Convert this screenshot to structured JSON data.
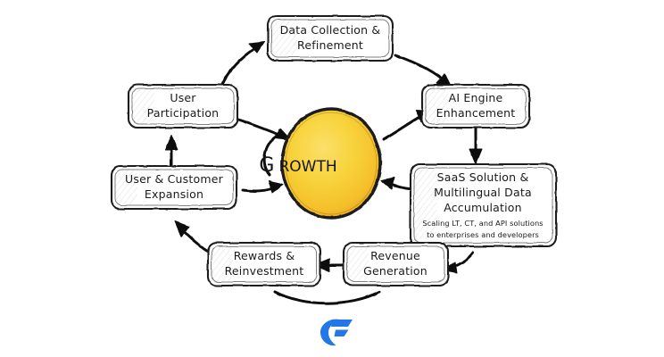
{
  "diagram": {
    "type": "cycle-flywheel",
    "background_color": "#ffffff",
    "center": {
      "label_first_letter": "G",
      "label_rest": "ROWTH",
      "full_label": "Growth",
      "fill_color": "#F7CF33",
      "edge_color": "#E8A427",
      "outline_color": "#1b1b1b"
    },
    "nodes": [
      {
        "id": "data-collection",
        "title_line1": "Data Collection &",
        "title_line2": "Refinement",
        "subtitle_line1": "",
        "subtitle_line2": ""
      },
      {
        "id": "ai-engine",
        "title_line1": "AI Engine",
        "title_line2": "Enhancement",
        "subtitle_line1": "",
        "subtitle_line2": ""
      },
      {
        "id": "saas-solution",
        "title_line1": "SaaS Solution &",
        "title_line2": "Multilingual Data",
        "title_line3": "Accumulation",
        "subtitle_line1": "Scaling LT, CT, and API solutions",
        "subtitle_line2": "to enterprises and developers"
      },
      {
        "id": "revenue-generation",
        "title_line1": "Revenue",
        "title_line2": "Generation",
        "subtitle_line1": "",
        "subtitle_line2": ""
      },
      {
        "id": "rewards-reinvestment",
        "title_line1": "Rewards &",
        "title_line2": "Reinvestment",
        "subtitle_line1": "",
        "subtitle_line2": ""
      },
      {
        "id": "user-customer-expansion",
        "title_line1": "User & Customer",
        "title_line2": "Expansion",
        "subtitle_line1": "",
        "subtitle_line2": ""
      },
      {
        "id": "user-participation",
        "title_line1": "User",
        "title_line2": "Participation",
        "subtitle_line1": "",
        "subtitle_line2": ""
      }
    ],
    "flow_order": [
      "data-collection",
      "ai-engine",
      "saas-solution",
      "revenue-generation",
      "rewards-reinvestment",
      "user-customer-expansion",
      "user-participation"
    ],
    "arrow_color": "#111111"
  },
  "logo": {
    "name": "brand-logo",
    "color": "#2377E8"
  }
}
